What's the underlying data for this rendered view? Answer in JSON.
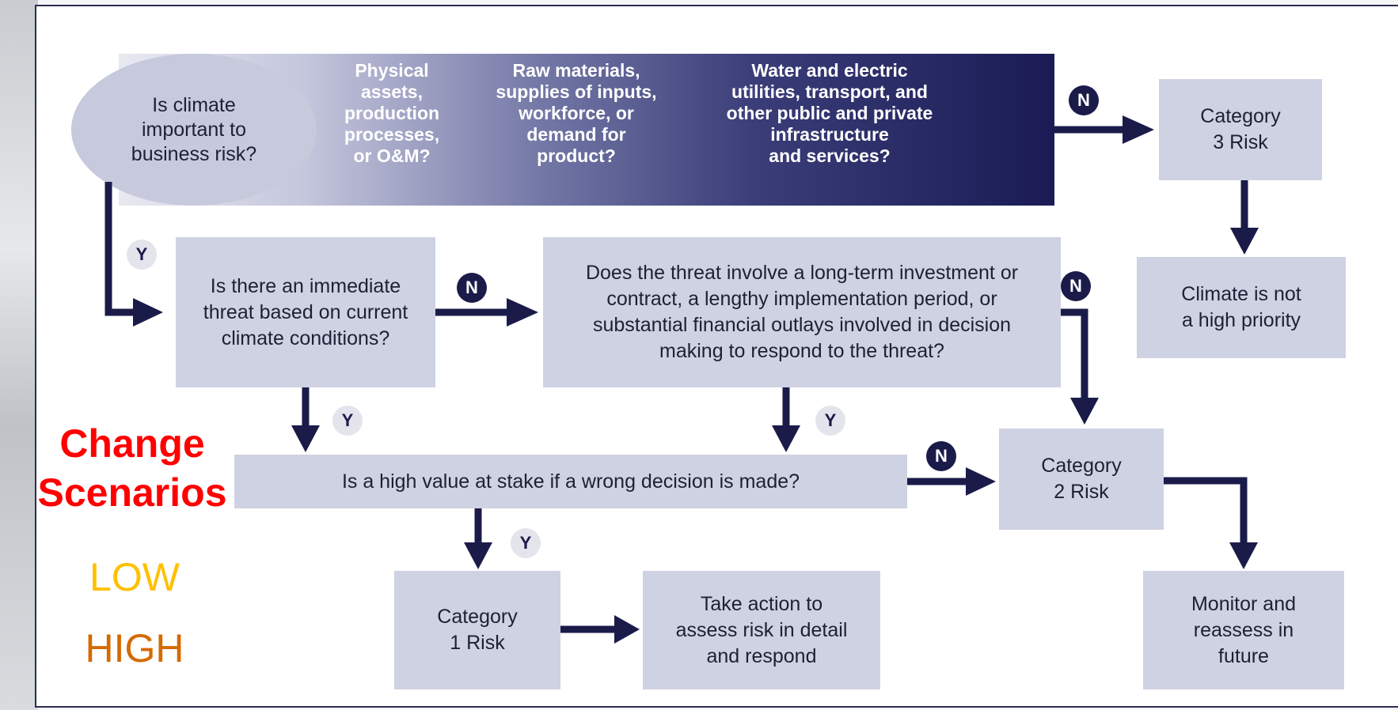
{
  "flowchart": {
    "start_question": "Is climate\nimportant to\nbusiness risk?",
    "banner_items": [
      "Physical\nassets,\nproduction\nprocesses,\nor O&M?",
      "Raw materials,\nsupplies of inputs,\nworkforce, or\ndemand for\nproduct?",
      "Water and electric\nutilities, transport, and\nother public and private\ninfrastructure\nand services?"
    ],
    "category3": "Category\n3 Risk",
    "not_priority": "Climate is not\na high priority",
    "immediate_threat": "Is there an immediate\nthreat based on current\nclimate conditions?",
    "long_term": "Does the threat involve a long-term investment or\ncontract, a lengthy implementation period, or\nsubstantial financial outlays involved in decision\nmaking to respond to the threat?",
    "high_value": "Is a high value at stake if a wrong decision is made?",
    "category2": "Category\n2 Risk",
    "category1": "Category\n1 Risk",
    "take_action": "Take action to\nassess risk in detail\nand respond",
    "monitor": "Monitor and\nreassess in\nfuture",
    "yes": "Y",
    "no": "N"
  },
  "sidebar": {
    "title_line1": "Change",
    "title_line2": "Scenarios",
    "low": "LOW",
    "high": "HIGH",
    "colors": {
      "title": "#ff0000",
      "low": "#ffc000",
      "high": "#d46a00"
    }
  }
}
